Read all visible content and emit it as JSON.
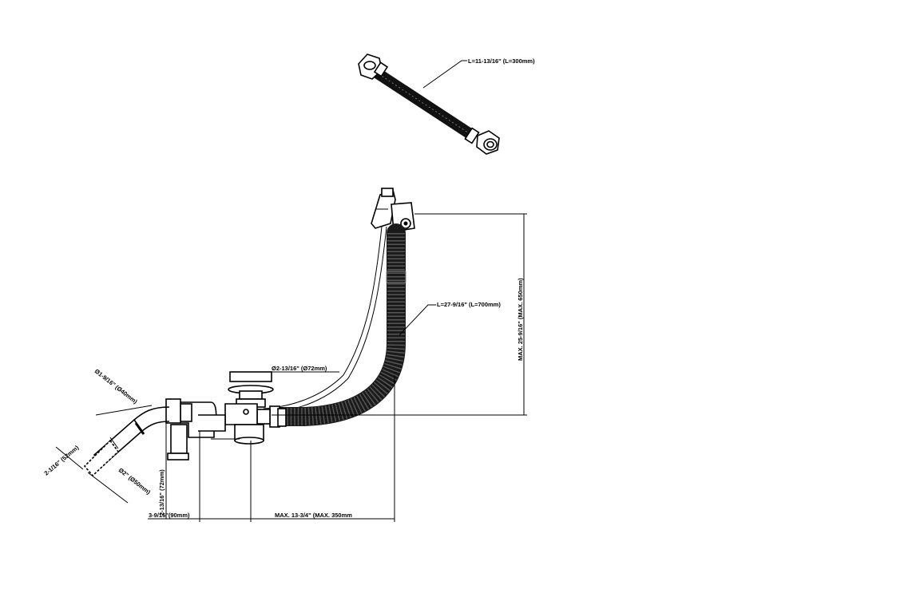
{
  "labels": {
    "flex_hose_length": "L=11-13/16\" (L=300mm)",
    "drain_hose_length": "L=27-9/16\" (L=700mm)",
    "overflow_height": "MAX. 25-9/16\" (MAX. 650mm)",
    "plug_diameter": "Ø2-13/16\" (Ø72mm)",
    "trap_inlet_diameter": "Ø1-9/16\" (Ø40mm)",
    "trap_outlet_diameter": "Ø2\" (Ø50mm)",
    "pipe_offset": "2-1/16\" (52mm)",
    "trap_height": "2-13/16\" (72mm)",
    "waste_offset": "3-9/16\"(90mm)",
    "max_reach": "MAX. 13-3/4\" (MAX. 350mm"
  },
  "colors": {
    "line": "#000000",
    "hose": "#1a1a1a",
    "background": "#ffffff"
  }
}
